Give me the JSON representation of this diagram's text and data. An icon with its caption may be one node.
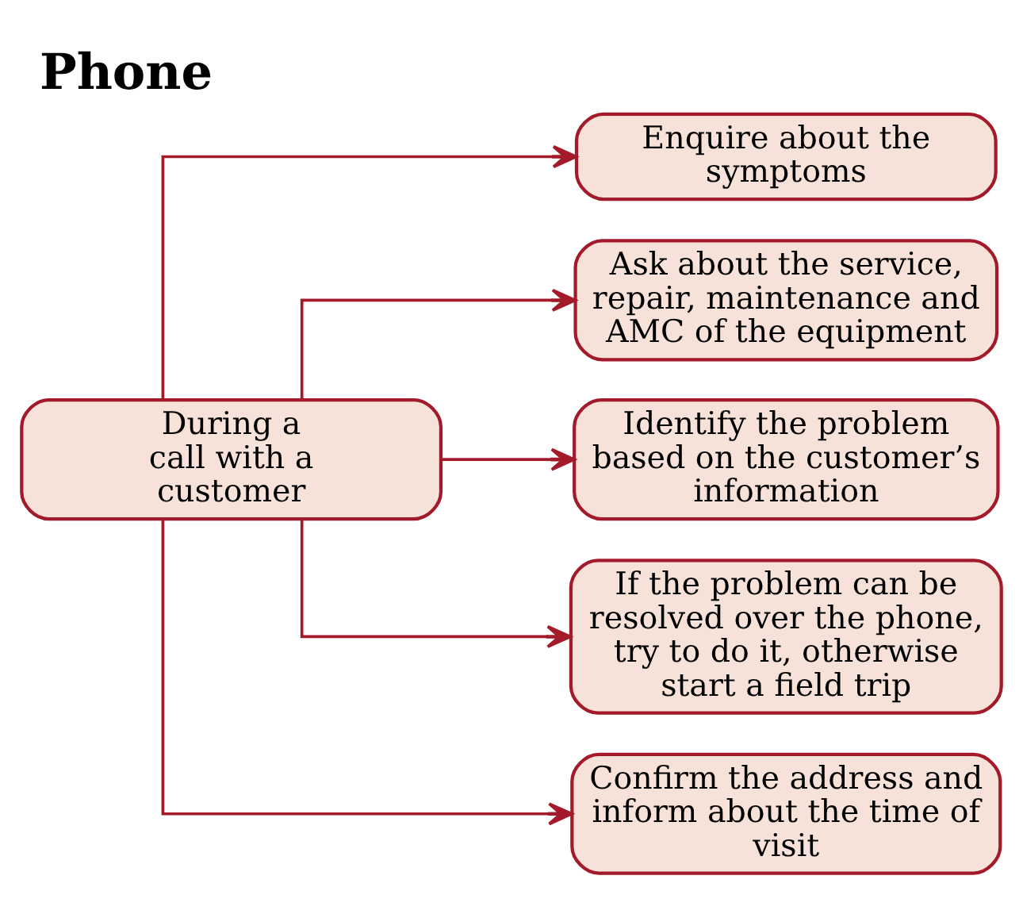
{
  "diagram": {
    "title": "Phone",
    "nodes": [
      {
        "text": [
          "During a call with a customer"
        ]
      },
      {
        "text": [
          "Enquire about the symptoms"
        ]
      },
      {
        "text": [
          "Ask about the service, repair, maintenance and AMC of the equipment"
        ]
      },
      {
        "text": [
          "Identify the problem based on the customer’s information"
        ]
      },
      {
        "text": [
          "If the problem can be resolved over the phone, try to do it, otherwise start a field trip"
        ]
      },
      {
        "text": [
          "Confirm the address and inform about the time of visit"
        ]
      }
    ],
    "edges": [
      {
        "from": 0,
        "to": 1,
        "arrow": "to"
      },
      {
        "from": 0,
        "to": 2,
        "arrow": "to"
      },
      {
        "from": 0,
        "to": 3,
        "arrow": "to"
      },
      {
        "from": 0,
        "to": 4,
        "arrow": "to"
      },
      {
        "from": 0,
        "to": 5,
        "arrow": "to"
      }
    ]
  }
}
